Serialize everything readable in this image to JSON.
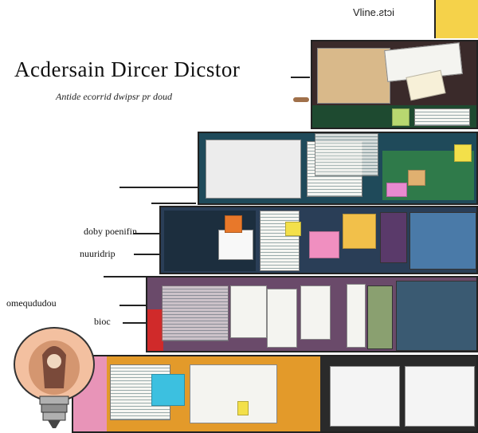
{
  "header": {
    "corner_text": "Vline.ƨtɔi",
    "title": "Acdersain Dircer Dicstor",
    "subtitle": "Antide ecorrid dwipsr pr doud"
  },
  "labels": {
    "tier2": "doby poenifin",
    "tier2b": "nuuridrip",
    "tier3": "omeqududou",
    "tier3b": "bioc"
  },
  "colors": {
    "tier1": "#3a2a2a",
    "tier2": "#1f4a5a",
    "tier3": "#2a3e57",
    "tier4": "#6a4a6a",
    "tier5": "#e39a2a",
    "note_yellow": "#f3e04a",
    "note_pink": "#f08fc0",
    "note_cyan": "#3cc0e0",
    "note_orange": "#e8782a",
    "accent_green": "#3aa86a"
  }
}
